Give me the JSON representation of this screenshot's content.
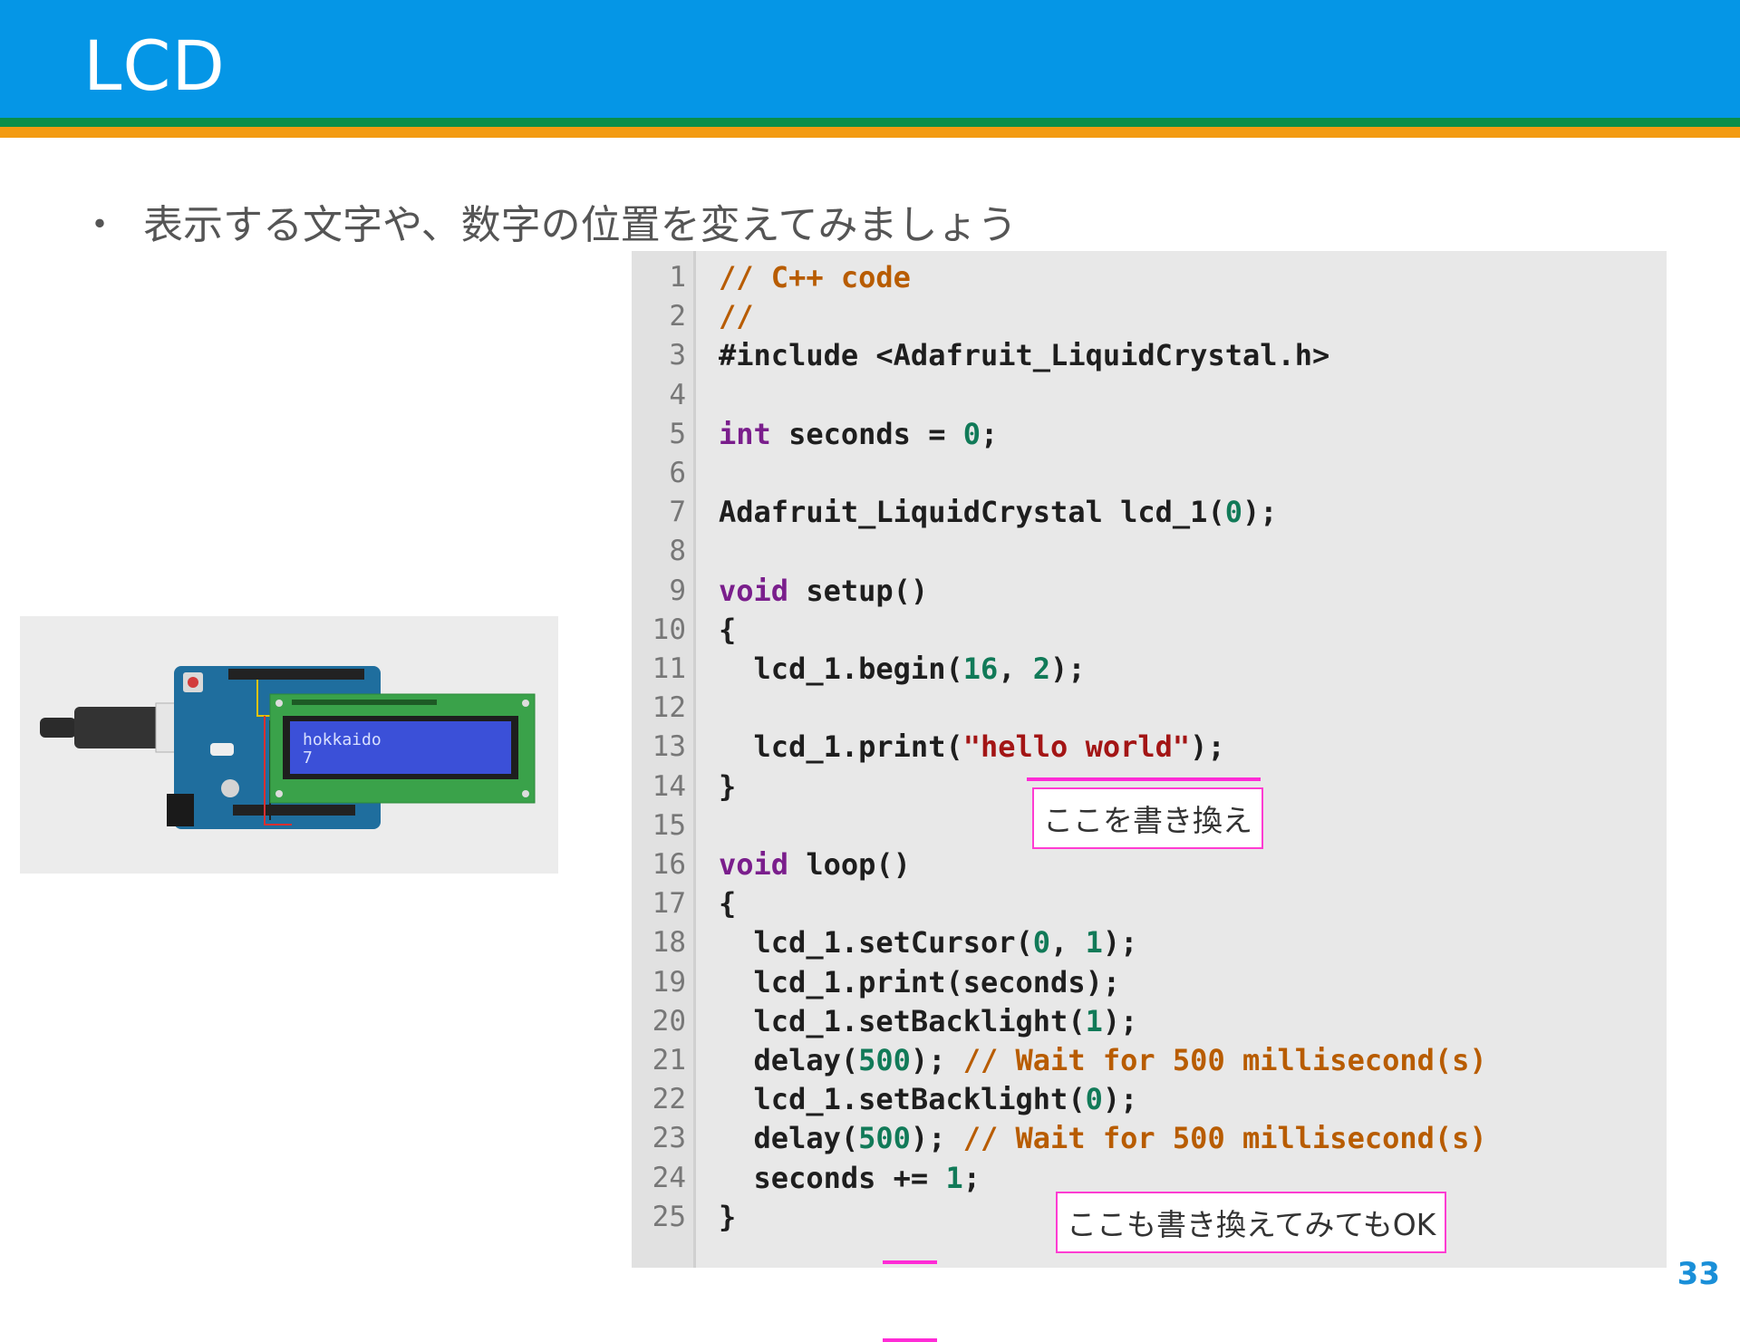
{
  "header": {
    "title": "LCD"
  },
  "bullet": {
    "dot": "・",
    "text": "表示する文字や、数字の位置を変えてみましょう"
  },
  "board": {
    "lcd_line1": "hokkaido",
    "lcd_line2": "7"
  },
  "code": {
    "line_numbers": [
      "1",
      "2",
      "3",
      "4",
      "5",
      "6",
      "7",
      "8",
      "9",
      "10",
      "11",
      "12",
      "13",
      "14",
      "15",
      "16",
      "17",
      "18",
      "19",
      "20",
      "21",
      "22",
      "23",
      "24",
      "25"
    ],
    "lines": [
      [
        {
          "t": "// C++ code",
          "c": "cm"
        }
      ],
      [
        {
          "t": "//",
          "c": "cm"
        }
      ],
      [
        {
          "t": "#include <Adafruit_LiquidCrystal.h>",
          "c": ""
        }
      ],
      [],
      [
        {
          "t": "int",
          "c": "kw"
        },
        {
          "t": " seconds = ",
          "c": ""
        },
        {
          "t": "0",
          "c": "num"
        },
        {
          "t": ";",
          "c": ""
        }
      ],
      [],
      [
        {
          "t": "Adafruit_LiquidCrystal lcd_1(",
          "c": ""
        },
        {
          "t": "0",
          "c": "num"
        },
        {
          "t": ");",
          "c": ""
        }
      ],
      [],
      [
        {
          "t": "void",
          "c": "kw"
        },
        {
          "t": " setup()",
          "c": ""
        }
      ],
      [
        {
          "t": "{",
          "c": ""
        }
      ],
      [
        {
          "t": "  lcd_1.begin(",
          "c": ""
        },
        {
          "t": "16",
          "c": "num"
        },
        {
          "t": ", ",
          "c": ""
        },
        {
          "t": "2",
          "c": "num"
        },
        {
          "t": ");",
          "c": ""
        }
      ],
      [],
      [
        {
          "t": "  lcd_1.print(",
          "c": ""
        },
        {
          "t": "\"hello world\"",
          "c": "str"
        },
        {
          "t": ");",
          "c": ""
        }
      ],
      [
        {
          "t": "}",
          "c": ""
        }
      ],
      [],
      [
        {
          "t": "void",
          "c": "kw"
        },
        {
          "t": " loop()",
          "c": ""
        }
      ],
      [
        {
          "t": "{",
          "c": ""
        }
      ],
      [
        {
          "t": "  lcd_1.setCursor(",
          "c": ""
        },
        {
          "t": "0",
          "c": "num"
        },
        {
          "t": ", ",
          "c": ""
        },
        {
          "t": "1",
          "c": "num"
        },
        {
          "t": ");",
          "c": ""
        }
      ],
      [
        {
          "t": "  lcd_1.print(seconds);",
          "c": ""
        }
      ],
      [
        {
          "t": "  lcd_1.setBacklight(",
          "c": ""
        },
        {
          "t": "1",
          "c": "num"
        },
        {
          "t": ");",
          "c": ""
        }
      ],
      [
        {
          "t": "  delay(",
          "c": ""
        },
        {
          "t": "500",
          "c": "num"
        },
        {
          "t": "); ",
          "c": ""
        },
        {
          "t": "// Wait for 500 millisecond(s)",
          "c": "cm"
        }
      ],
      [
        {
          "t": "  lcd_1.setBacklight(",
          "c": ""
        },
        {
          "t": "0",
          "c": "num"
        },
        {
          "t": ");",
          "c": ""
        }
      ],
      [
        {
          "t": "  delay(",
          "c": ""
        },
        {
          "t": "500",
          "c": "num"
        },
        {
          "t": "); ",
          "c": ""
        },
        {
          "t": "// Wait for 500 millisecond(s)",
          "c": "cm"
        }
      ],
      [
        {
          "t": "  seconds += ",
          "c": ""
        },
        {
          "t": "1",
          "c": "num"
        },
        {
          "t": ";",
          "c": ""
        }
      ],
      [
        {
          "t": "}",
          "c": ""
        }
      ]
    ]
  },
  "callouts": {
    "first": "ここを書き換え",
    "second": "ここも書き換えてみてもOK"
  },
  "colors": {
    "header_blue": "#0596e6",
    "stripe_green": "#0a8e49",
    "stripe_orange": "#f39a10",
    "highlight_pink": "#ff2bd6"
  },
  "page_number": "33"
}
